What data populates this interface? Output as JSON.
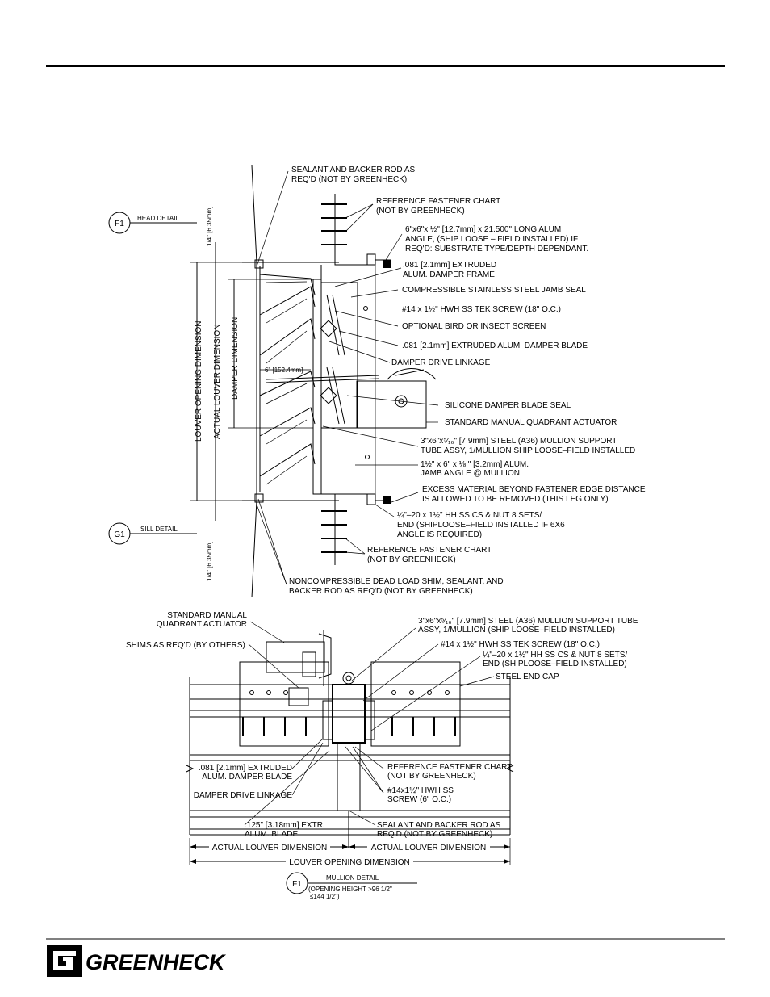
{
  "head_detail": {
    "tag": "F1",
    "title": "HEAD DETAIL",
    "callouts": [
      "SEALANT AND BACKER ROD AS",
      "REQ'D (NOT BY GREENHECK)",
      "REFERENCE FASTENER CHART",
      "(NOT BY GREENHECK)",
      "6\"x6\"x ½\" [12.7mm] x 21.500\" LONG ALUM",
      "ANGLE, (SHIP LOOSE – FIELD INSTALLED) IF",
      "REQ'D: SUBSTRATE TYPE/DEPTH DEPENDANT.",
      ".081 [2.1mm] EXTRUDED",
      "ALUM. DAMPER FRAME",
      "COMPRESSIBLE STAINLESS STEEL JAMB SEAL",
      "#14 x 1½\" HWH SS TEK SCREW (18\" O.C.)",
      "OPTIONAL BIRD OR INSECT SCREEN",
      ".081 [2.1mm] EXTRUDED ALUM. DAMPER BLADE",
      "DAMPER DRIVE LINKAGE",
      "SILICONE DAMPER BLADE SEAL",
      "STANDARD MANUAL QUADRANT ACTUATOR",
      "3\"x6\"x⁵⁄₁₆\" [7.9mm] STEEL (A36) MULLION SUPPORT",
      "TUBE ASSY, 1/MULLION SHIP LOOSE–FIELD INSTALLED",
      "1½\" x 6\" x ⅛ \" [3.2mm] ALUM.",
      "JAMB ANGLE @ MULLION",
      "EXCESS MATERIAL BEYOND FASTENER EDGE DISTANCE",
      "IS ALLOWED TO BE REMOVED (THIS LEG ONLY)",
      "¼\"–20 x 1½\" HH SS CS & NUT 8 SETS/",
      "END (SHIPLOOSE–FIELD INSTALLED IF 6X6",
      "ANGLE IS REQUIRED)",
      "REFERENCE FASTENER CHART",
      "(NOT BY GREENHECK)",
      "NONCOMPRESSIBLE DEAD LOAD SHIM, SEALANT, AND",
      "BACKER ROD AS REQ'D (NOT BY GREENHECK)"
    ],
    "dims": {
      "top_gap": "1/4\" [6.35mm]",
      "bottom_gap": "1/4\" [6.35mm]",
      "opening": "LOUVER OPENING DIMENSION",
      "actual": "ACTUAL LOUVER DIMENSION",
      "damper": "DAMPER DIMENSION",
      "depth": "6\" [152.4mm]"
    }
  },
  "sill_detail": {
    "tag": "G1",
    "title": "SILL DETAIL"
  },
  "mullion_detail": {
    "tag": "F1",
    "title": "MULLION DETAIL",
    "note1": "(OPENING HEIGHT >96 1/2\"",
    "note2": "≤144 1/2\")",
    "callouts": [
      "STANDARD MANUAL",
      "QUADRANT ACTUATOR",
      "SHIMS AS REQ'D (BY OTHERS)",
      "3\"x6\"x⁵⁄₁₆\" [7.9mm] STEEL (A36) MULLION SUPPORT TUBE",
      "ASSY, 1/MULLION (SHIP LOOSE–FIELD INSTALLED)",
      "#14 x 1½\" HWH SS TEK SCREW (18\" O.C.)",
      "¼\"–20 x 1½\" HH SS CS & NUT 8 SETS/",
      "END (SHIPLOOSE–FIELD INSTALLED)",
      "STEEL END CAP",
      ".081 [2.1mm] EXTRUDED",
      "ALUM. DAMPER BLADE",
      "DAMPER DRIVE LINKAGE",
      "REFERENCE FASTENER CHART",
      "(NOT BY GREENHECK)",
      "#14x1½\" HWH SS",
      "SCREW (6\" O.C.)",
      ".125\" [3.18mm] EXTR.",
      "ALUM. BLADE",
      "SEALANT AND BACKER ROD AS",
      "REQ'D (NOT BY GREENHECK)"
    ],
    "dims": {
      "actual_left": "ACTUAL LOUVER DIMENSION",
      "actual_right": "ACTUAL LOUVER DIMENSION",
      "opening": "LOUVER OPENING DIMENSION"
    }
  },
  "footer": {
    "brand": "GREENHECK",
    "logo_icon": "greenheck-logo-icon"
  }
}
